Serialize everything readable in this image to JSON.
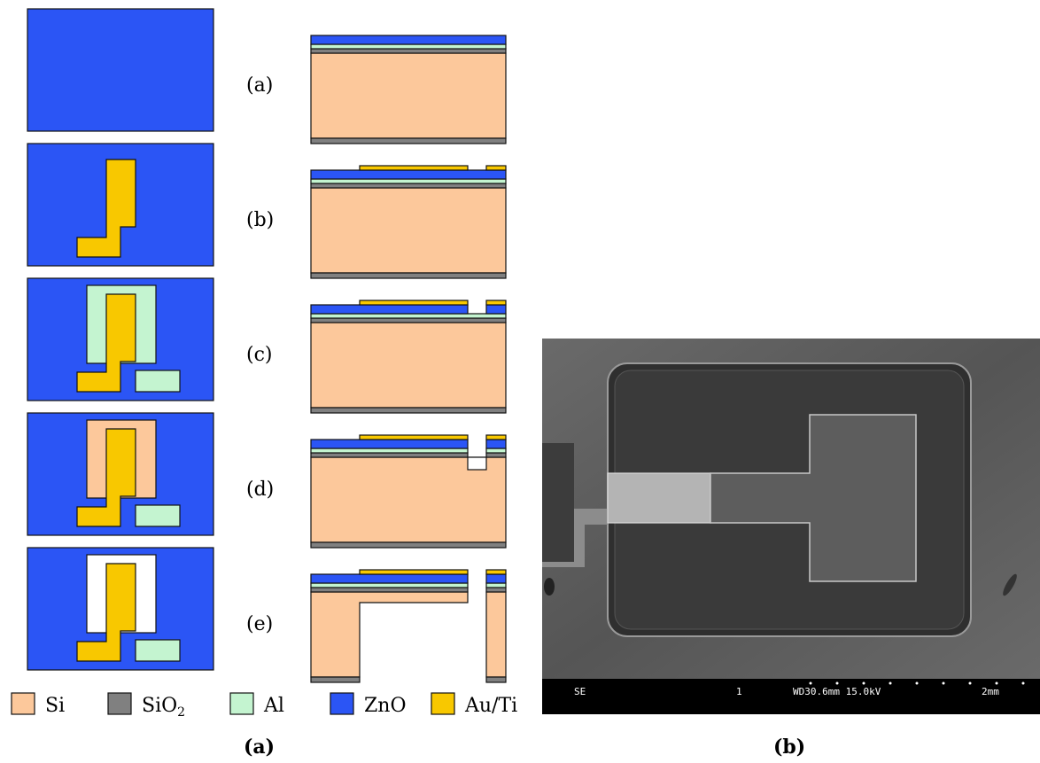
{
  "colors": {
    "si": "#fcc89b",
    "sio2": "#808080",
    "al": "#c4f4d0",
    "zno": "#2b55f5",
    "auti": "#f8c800",
    "outline": "#111111",
    "sem_bg": "#4a4a4a",
    "sem_bar": "#000000"
  },
  "steps": [
    {
      "label": "(a)"
    },
    {
      "label": "(b)"
    },
    {
      "label": "(c)"
    },
    {
      "label": "(d)"
    },
    {
      "label": "(e)"
    }
  ],
  "legend": [
    {
      "key": "si",
      "label": "Si",
      "sub": ""
    },
    {
      "key": "sio2",
      "label": "SiO",
      "sub": "2"
    },
    {
      "key": "al",
      "label": "Al",
      "sub": ""
    },
    {
      "key": "zno",
      "label": "ZnO",
      "sub": ""
    },
    {
      "key": "auti",
      "label": "Au/Ti",
      "sub": ""
    }
  ],
  "sem_bar": {
    "detector": "SE",
    "frame": "1",
    "wd_kv": "WD30.6mm 15.0kV",
    "scale": "2mm"
  },
  "subfigure_labels": {
    "left": "(a)",
    "right": "(b)"
  }
}
